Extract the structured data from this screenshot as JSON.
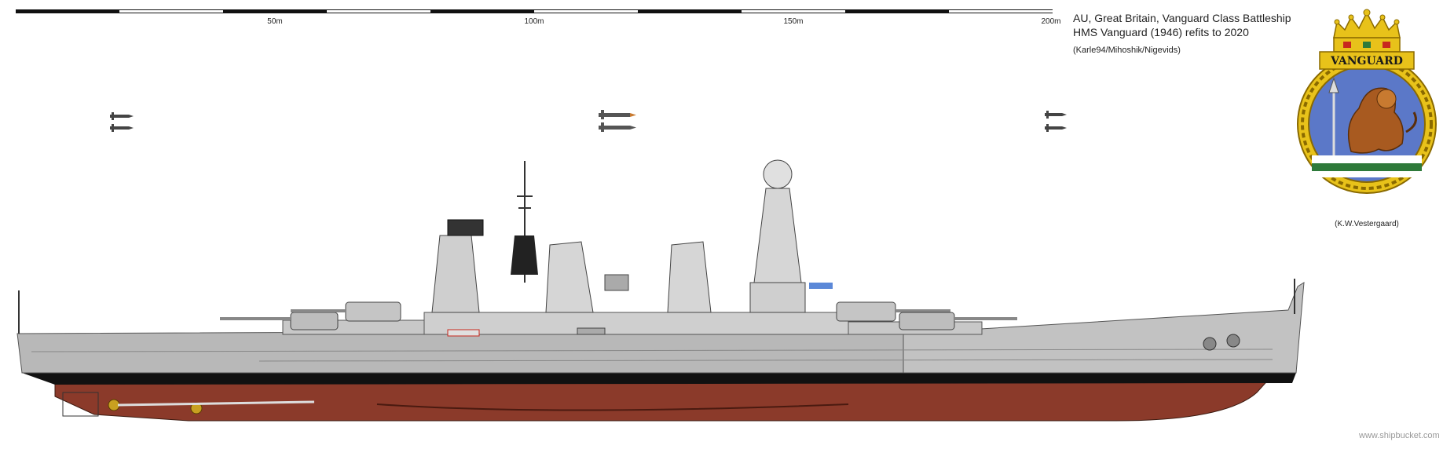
{
  "scale": {
    "ticks": [
      {
        "label": "50m"
      },
      {
        "label": "100m"
      },
      {
        "label": "150m"
      },
      {
        "label": "200m"
      }
    ]
  },
  "title": {
    "line1": "AU, Great Britain, Vanguard Class Battleship",
    "line2": "HMS Vanguard (1946) refits to 2020",
    "credits": "(Karle94/Mihoshik/Nigevids)"
  },
  "crest": {
    "ship_name": "VANGUARD",
    "credit": "(K.W.Vestergaard)",
    "colors": {
      "gold": "#e8c21a",
      "blue": "#5b78c8",
      "red": "#c8281e",
      "green": "#2e7a3a",
      "lion": "#a85a20"
    }
  },
  "watermark": "www.shipbucket.com",
  "colors": {
    "hull_red": "#8b3a2a",
    "hull_grey": "#b8b8b8",
    "superstructure": "#d4d4d4",
    "boot_top": "#111111"
  }
}
